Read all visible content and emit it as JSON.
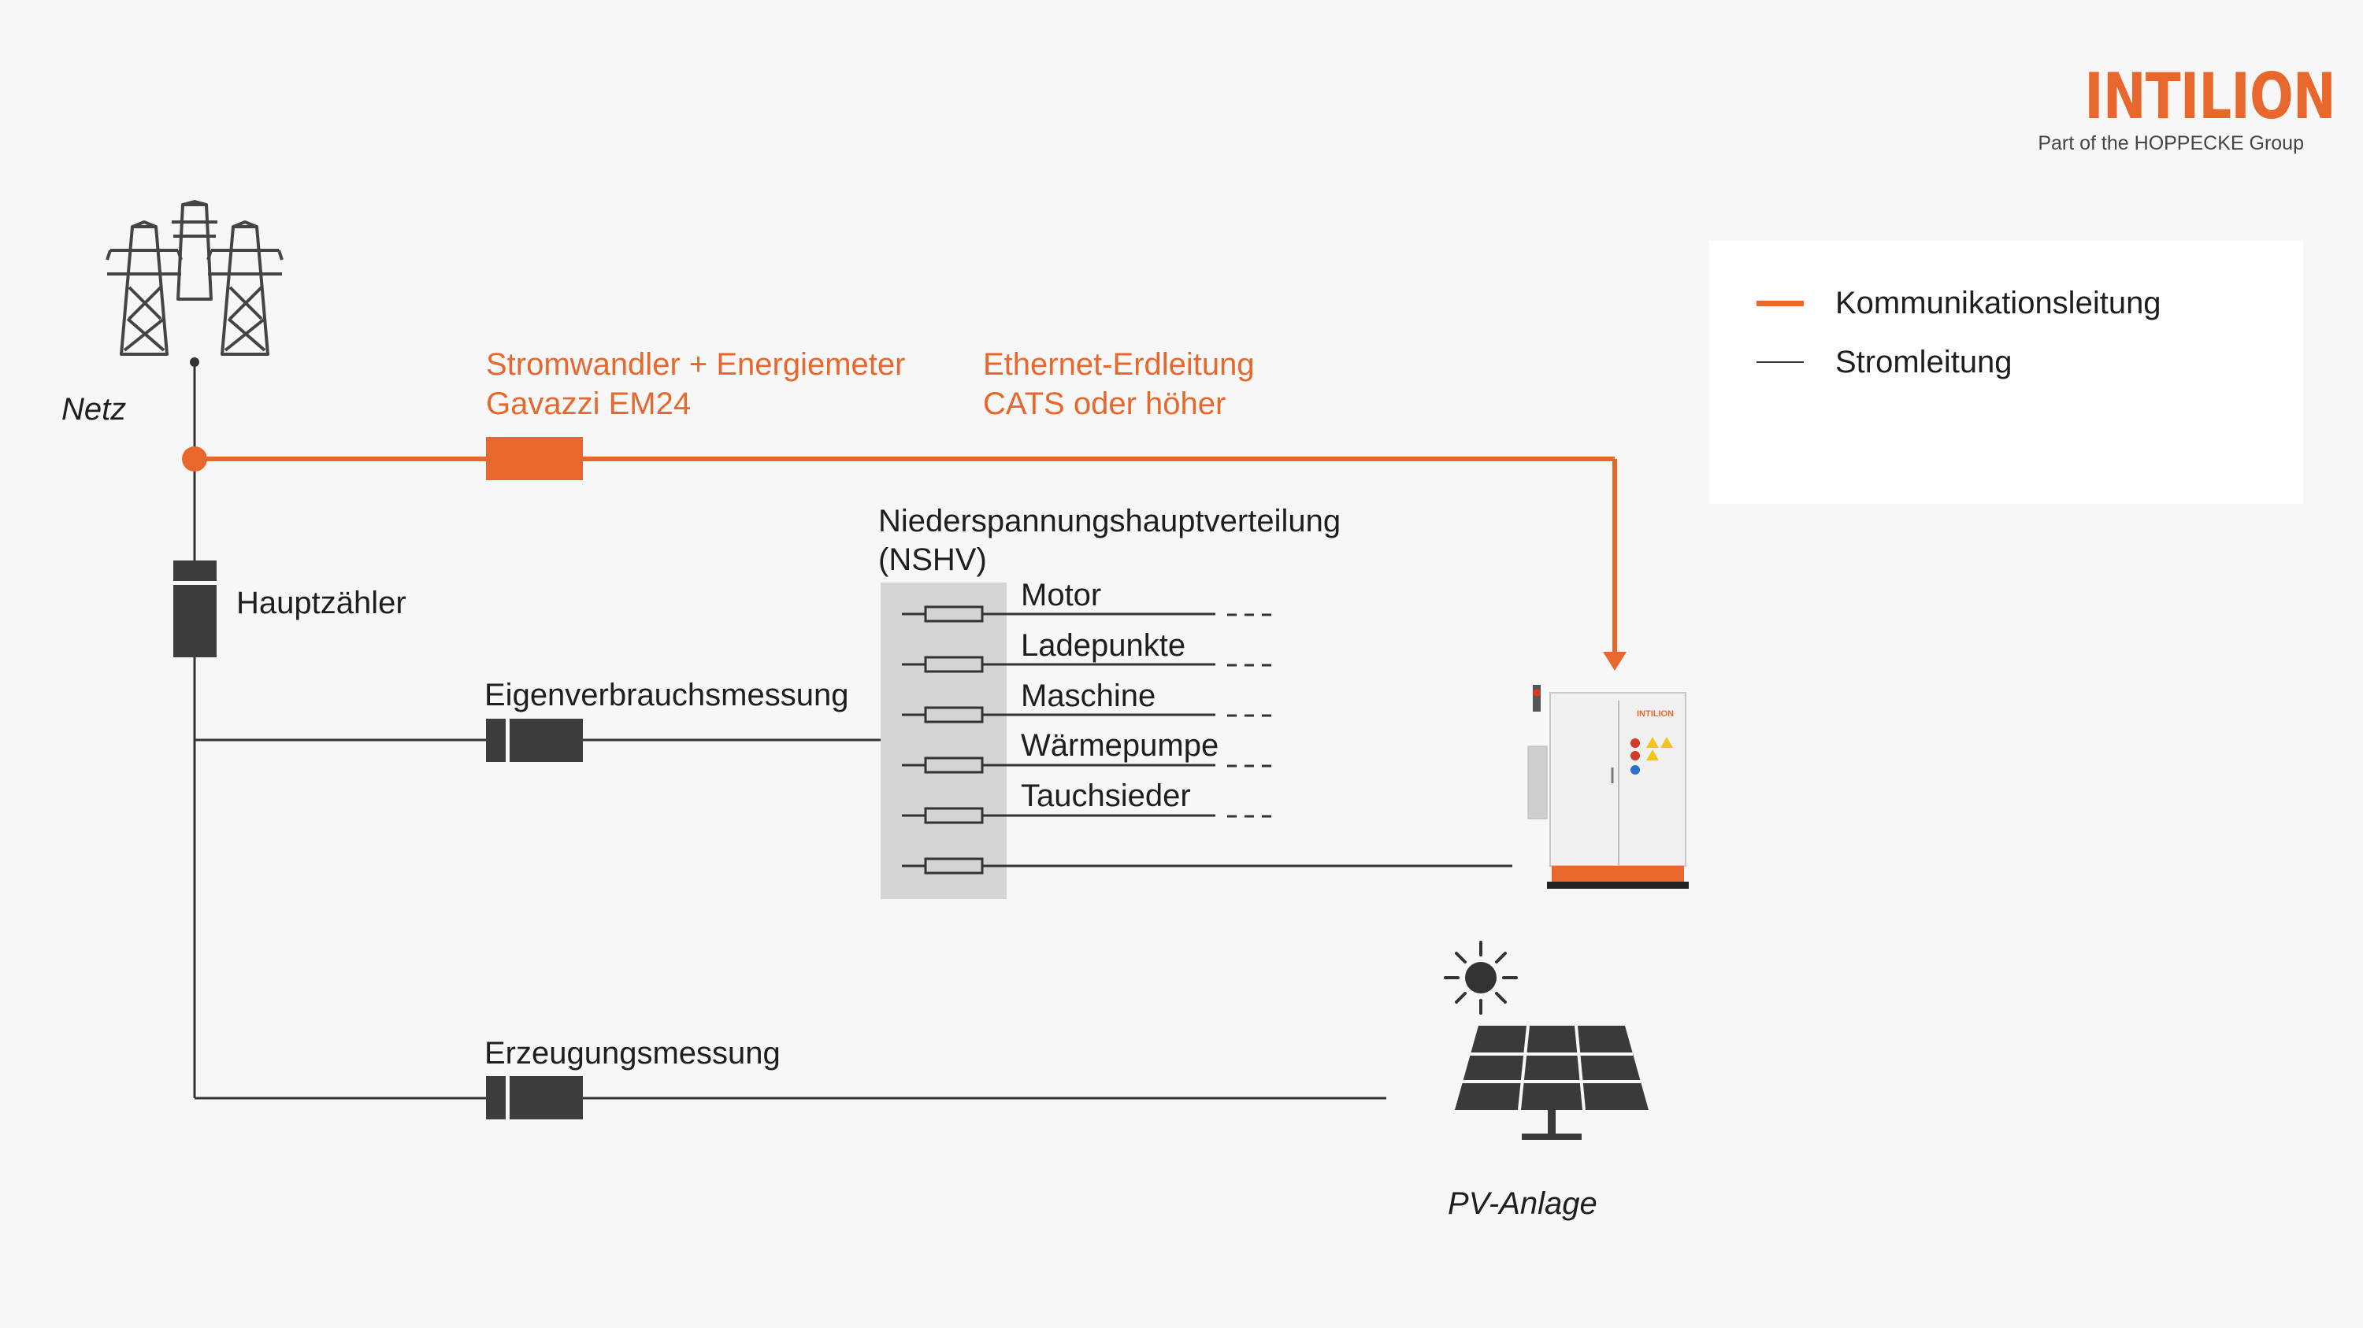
{
  "brand": {
    "name": "INTILION",
    "tagline": "Part of the HOPPECKE Group",
    "accent_color": "#e8672c"
  },
  "legend": {
    "items": [
      {
        "label": "Kommunikationsleitung",
        "kind": "communication",
        "color": "#e8672c"
      },
      {
        "label": "Stromleitung",
        "kind": "power",
        "color": "#333333"
      }
    ]
  },
  "nodes": {
    "grid": {
      "label": "Netz",
      "icon": "power-tower-icon"
    },
    "main_meter": {
      "label": "Hauptzähler",
      "icon": "meter-icon"
    },
    "current_transformer": {
      "line1": "Stromwandler + Energiemeter",
      "line2": "Gavazzi EM24"
    },
    "ethernet": {
      "line1": "Ethernet-Erdleitung",
      "line2": "CATS oder höher"
    },
    "consumption_meter": {
      "label": "Eigenverbrauchsmessung"
    },
    "generation_meter": {
      "label": "Erzeugungsmessung"
    },
    "nshv": {
      "line1": "Niederspannungshauptverteilung",
      "line2": "(NSHV)"
    },
    "storage": {
      "icon": "battery-cabinet-icon",
      "brand_text": "INTILION"
    },
    "pv": {
      "label": "PV-Anlage",
      "icon": "solar-panel-icon"
    }
  },
  "circuits": [
    {
      "label": "Motor"
    },
    {
      "label": "Ladepunkte"
    },
    {
      "label": "Maschine"
    },
    {
      "label": "Wärmepumpe"
    },
    {
      "label": "Tauchsieder"
    }
  ],
  "colors": {
    "power_line": "#333333",
    "meter": "#3d3d3d",
    "nshv_box": "#d5d5d5",
    "background": "#f7f7f7"
  }
}
